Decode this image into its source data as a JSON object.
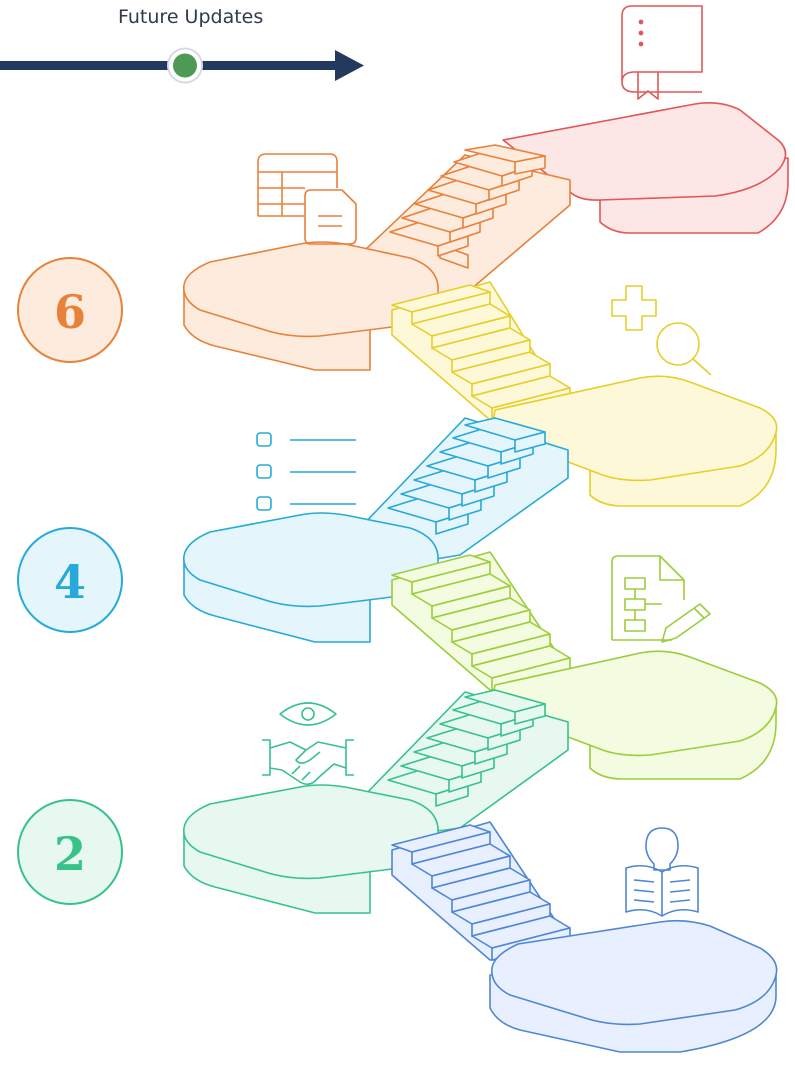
{
  "timeline": {
    "label": "Future Updates",
    "line_color": "#233a5e",
    "dot_color": "#4e9a55"
  },
  "steps": [
    {
      "number": "",
      "color": "#4f86d6",
      "fill": "#e8efff",
      "icon": "reading-book-icon"
    },
    {
      "number": "2",
      "color": "#37c28a",
      "fill": "#e6f8ef",
      "icon": "handshake-eye-icon"
    },
    {
      "number": "",
      "color": "#9ccd3a",
      "fill": "#f3fbe0",
      "icon": "document-flowchart-pencil-icon"
    },
    {
      "number": "4",
      "color": "#27a9d9",
      "fill": "#e4f5fc",
      "icon": "checklist-icon"
    },
    {
      "number": "",
      "color": "#e6cf2a",
      "fill": "#fdf8d8",
      "icon": "plus-search-icon"
    },
    {
      "number": "6",
      "color": "#e8813a",
      "fill": "#fdebdd",
      "icon": "table-document-icon"
    },
    {
      "number": "",
      "color": "#e25757",
      "fill": "#fde6e6",
      "icon": "book-bookmark-icon"
    }
  ]
}
